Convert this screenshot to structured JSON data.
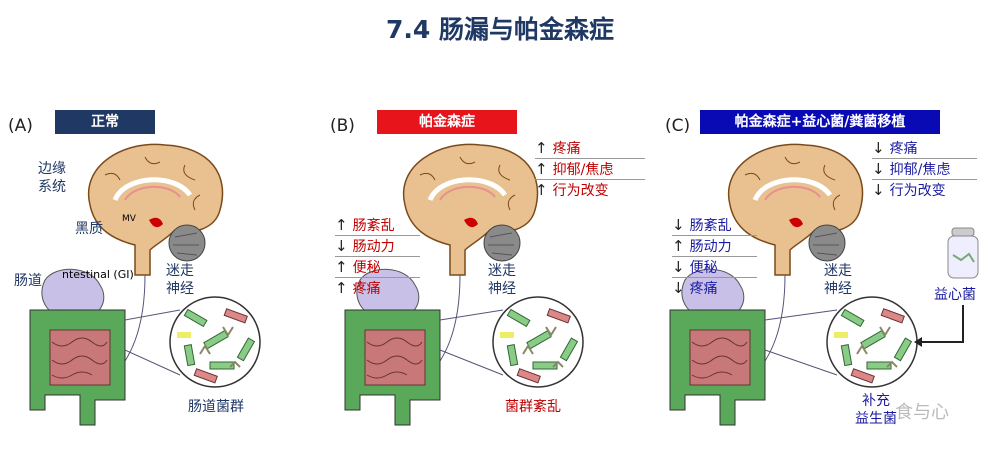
{
  "title": "7.4 肠漏与帕金森症",
  "panels": [
    {
      "id": "(A)",
      "header": "正常",
      "header_color": "#1f3864",
      "labels": {
        "limbic": "边缘系统",
        "substantia": "黑质",
        "mv": "MV",
        "gut": "肠道",
        "gi": "ntestinal (GI)",
        "vagus": "迷走神经",
        "microbiota": "肠道菌群"
      }
    },
    {
      "id": "(B)",
      "header": "帕金森症",
      "header_color": "#e8141b",
      "brain_effects": [
        {
          "arrow": "up",
          "text": "疼痛"
        },
        {
          "arrow": "up",
          "text": "抑郁/焦虑"
        },
        {
          "arrow": "up",
          "text": "行为改变"
        }
      ],
      "gut_effects": [
        {
          "arrow": "up",
          "text": "肠紊乱"
        },
        {
          "arrow": "down",
          "text": "肠动力"
        },
        {
          "arrow": "up",
          "text": "便秘"
        },
        {
          "arrow": "up",
          "text": "疼痛"
        }
      ],
      "vagus": "迷走神经",
      "microbiota": "菌群紊乱"
    },
    {
      "id": "(C)",
      "header": "帕金森症+益心菌/粪菌移植",
      "header_color": "#0a0ab4",
      "brain_effects": [
        {
          "arrow": "down",
          "text": "疼痛"
        },
        {
          "arrow": "down",
          "text": "抑郁/焦虑"
        },
        {
          "arrow": "down",
          "text": "行为改变"
        }
      ],
      "gut_effects": [
        {
          "arrow": "down",
          "text": "肠紊乱"
        },
        {
          "arrow": "up",
          "text": "肠动力"
        },
        {
          "arrow": "down",
          "text": "便秘"
        },
        {
          "arrow": "down",
          "text": "疼痛"
        }
      ],
      "vagus": "迷走神经",
      "probiotic": "益心菌",
      "supplement": "补充",
      "supplement2": "益生菌"
    }
  ],
  "watermark": "食与心"
}
